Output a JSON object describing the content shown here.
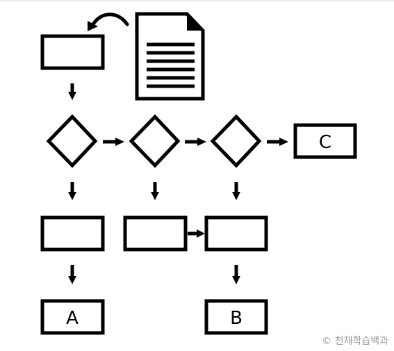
{
  "diagram": {
    "nodes": [
      {
        "id": "box-top",
        "label": ""
      },
      {
        "id": "document",
        "label": ""
      },
      {
        "id": "decision-1",
        "label": ""
      },
      {
        "id": "decision-2",
        "label": ""
      },
      {
        "id": "decision-3",
        "label": ""
      },
      {
        "id": "box-c",
        "label": "C"
      },
      {
        "id": "box-mid-1",
        "label": ""
      },
      {
        "id": "box-mid-2",
        "label": ""
      },
      {
        "id": "box-mid-3",
        "label": ""
      },
      {
        "id": "box-a",
        "label": "A"
      },
      {
        "id": "box-b",
        "label": "B"
      }
    ],
    "edges": [
      {
        "from": "document",
        "to": "box-top",
        "style": "curved"
      },
      {
        "from": "box-top",
        "to": "decision-1"
      },
      {
        "from": "decision-1",
        "to": "decision-2"
      },
      {
        "from": "decision-2",
        "to": "decision-3"
      },
      {
        "from": "decision-3",
        "to": "box-c"
      },
      {
        "from": "decision-1",
        "to": "box-mid-1"
      },
      {
        "from": "decision-2",
        "to": "box-mid-2"
      },
      {
        "from": "decision-3",
        "to": "box-mid-3"
      },
      {
        "from": "box-mid-2",
        "to": "box-mid-3"
      },
      {
        "from": "box-mid-1",
        "to": "box-a"
      },
      {
        "from": "box-mid-3",
        "to": "box-b"
      }
    ]
  },
  "copyright": "© 천재학습백과",
  "colors": {
    "stroke": "#000000",
    "background": "#ffffff",
    "copyright": "#9a9a9a"
  }
}
